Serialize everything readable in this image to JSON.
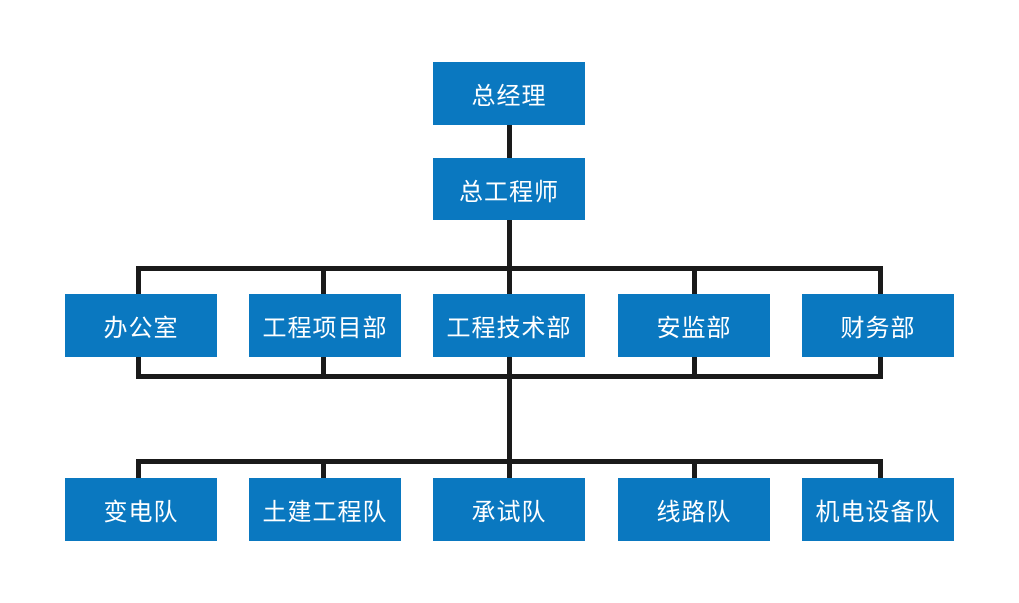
{
  "top": {
    "general_manager": "总经理",
    "chief_engineer": "总工程师"
  },
  "departments": [
    {
      "label": "办公室"
    },
    {
      "label": "工程项目部"
    },
    {
      "label": "工程技术部"
    },
    {
      "label": "安监部"
    },
    {
      "label": "财务部"
    }
  ],
  "teams": [
    {
      "label": "变电队"
    },
    {
      "label": "土建工程队"
    },
    {
      "label": "承试队"
    },
    {
      "label": "线路队"
    },
    {
      "label": "机电设备队"
    }
  ],
  "colors": {
    "box_fill": "#0a78c0",
    "box_text": "#ffffff",
    "connector": "#1a1a1a",
    "background": "#ffffff"
  }
}
